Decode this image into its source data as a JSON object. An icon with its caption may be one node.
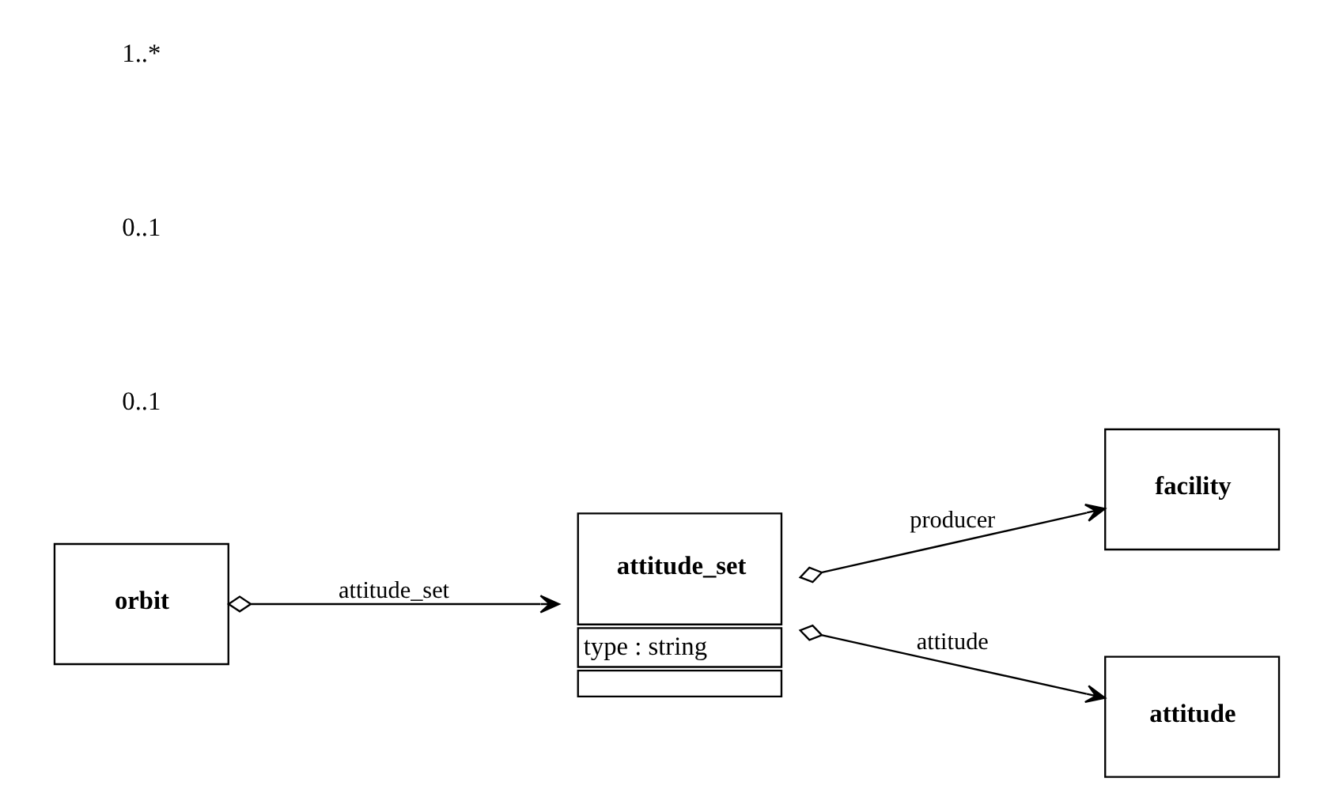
{
  "diagram": {
    "nodes": [
      {
        "text": [
          "orbit"
        ]
      },
      {
        "text": [
          "attitude_set",
          "type : string"
        ]
      },
      {
        "text": [
          "facility"
        ]
      },
      {
        "text": [
          "attitude"
        ]
      }
    ],
    "edges": [
      {
        "from": 0,
        "to": 1,
        "arrow": "to",
        "label": "attitude_set"
      },
      {
        "from": 1,
        "to": 2,
        "arrow": "to",
        "label": "producer"
      },
      {
        "from": 1,
        "to": 3,
        "arrow": "to",
        "label": "attitude"
      }
    ],
    "labels": [
      "0..1",
      "0..1",
      "1..*"
    ]
  }
}
